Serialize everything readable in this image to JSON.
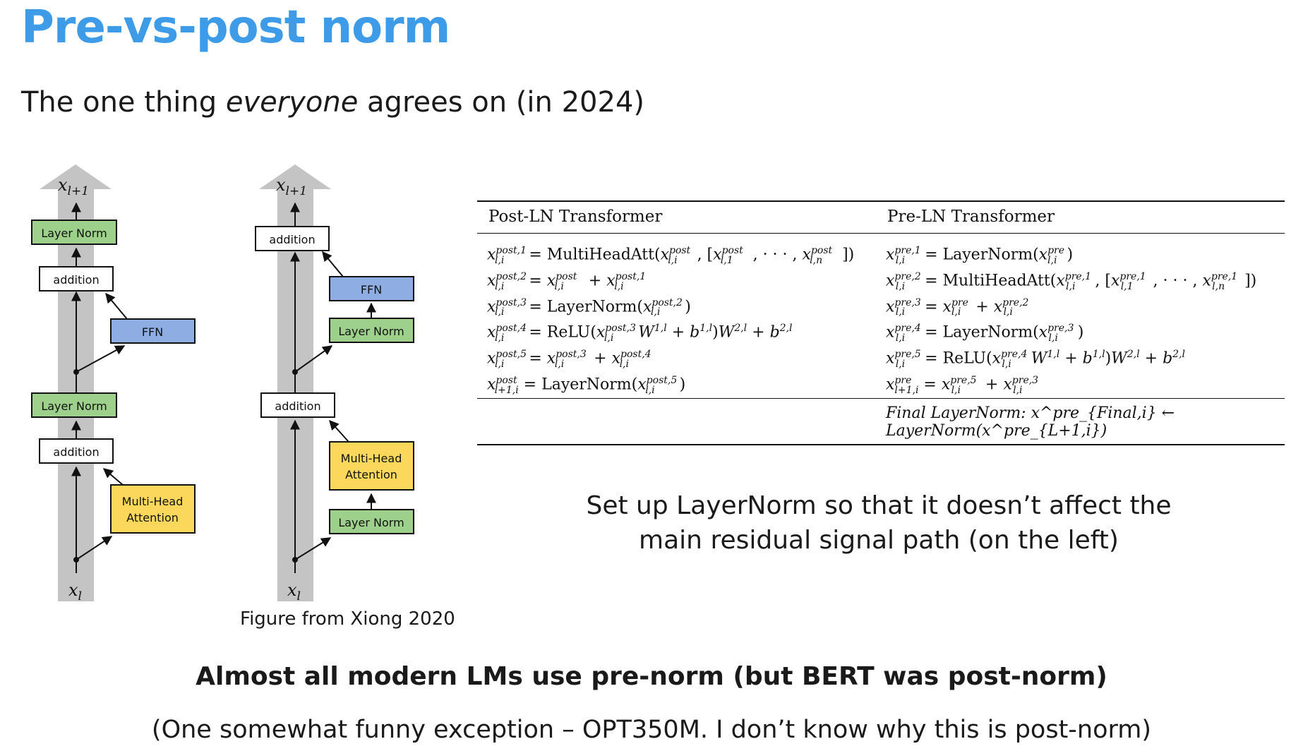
{
  "slide": {
    "title": "Pre-vs-post norm",
    "subtitle_before": "The one thing ",
    "subtitle_emph": "everyone",
    "subtitle_after": " agrees on (in 2024)",
    "caption": "Figure from Xiong 2020",
    "note_line1": "Set up LayerNorm so that it doesn’t affect the",
    "note_line2": "main residual signal path (on the left)",
    "bold_line": "Almost all modern LMs use pre-norm (but BERT was post-norm)",
    "exception": "(One somewhat funny exception – OPT350M. I don’t know why this is post-norm)"
  },
  "post_ln_diagram": {
    "top_label": "x",
    "top_sub": "l+1",
    "bottom_label": "x",
    "bottom_sub": "l",
    "layer_norm_top": "Layer Norm",
    "addition_top": "addition",
    "ffn": "FFN",
    "layer_norm_mid": "Layer Norm",
    "addition_bottom": "addition",
    "attn_line1": "Multi-Head",
    "attn_line2": "Attention"
  },
  "pre_ln_diagram": {
    "top_label": "x",
    "top_sub": "l+1",
    "bottom_label": "x",
    "bottom_sub": "l",
    "addition_top": "addition",
    "ffn": "FFN",
    "layer_norm_ffn": "Layer Norm",
    "addition_bottom": "addition",
    "attn_line1": "Multi-Head",
    "attn_line2": "Attention",
    "layer_norm_attn": "Layer Norm"
  },
  "colors": {
    "title": "#3d9be8",
    "layer_norm_fill": "#9dd08a",
    "ffn_fill": "#8eaee3",
    "attention_fill": "#fbd75b",
    "residual_bar": "#c4c4c4"
  },
  "table": {
    "post_header": "Post-LN Transformer",
    "pre_header": "Pre-LN Transformer",
    "final": "Final LayerNorm: x^pre_{Final,i} ← LayerNorm(x^pre_{L+1,i})"
  }
}
